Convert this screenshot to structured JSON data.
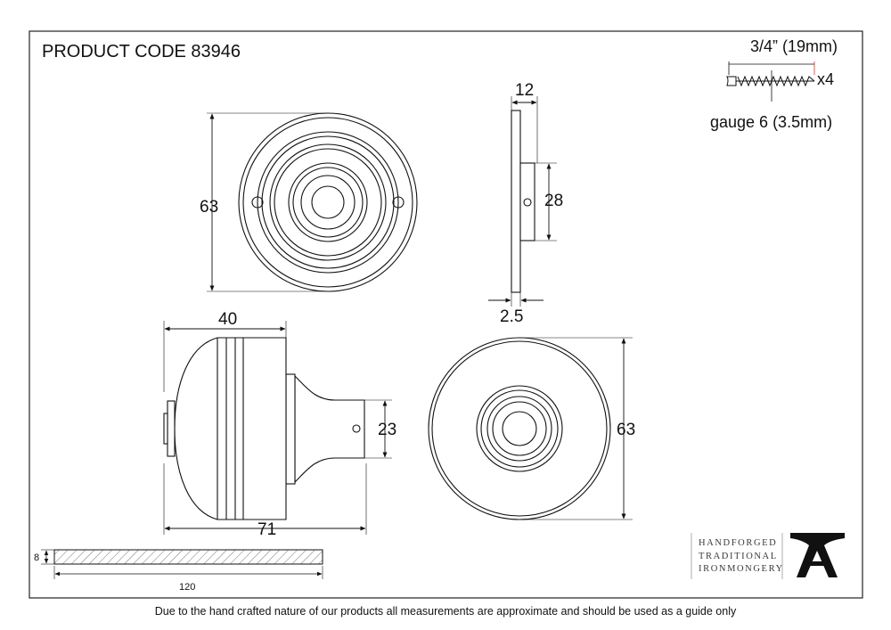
{
  "title": "PRODUCT CODE 83946",
  "screw": {
    "length": "3/4” (19mm)",
    "quantity": "x4",
    "gauge": "gauge 6 (3.5mm)"
  },
  "rose_front": {
    "height": "63"
  },
  "rose_side": {
    "depth": "12",
    "boss": "28",
    "plate": "2.5"
  },
  "knob_side": {
    "width": "40",
    "length": "71",
    "spindle": "23"
  },
  "knob_front": {
    "diameter": "63"
  },
  "spindle_bar": {
    "thickness": "8",
    "length": "120"
  },
  "brand": {
    "lines": [
      "HANDFORGED",
      "TRADITIONAL",
      "IRONMONGERY"
    ],
    "logo": "anvil-A-logo"
  },
  "footer": "Due to the hand crafted nature of our products all measurements are approximate and should be used as a guide only"
}
